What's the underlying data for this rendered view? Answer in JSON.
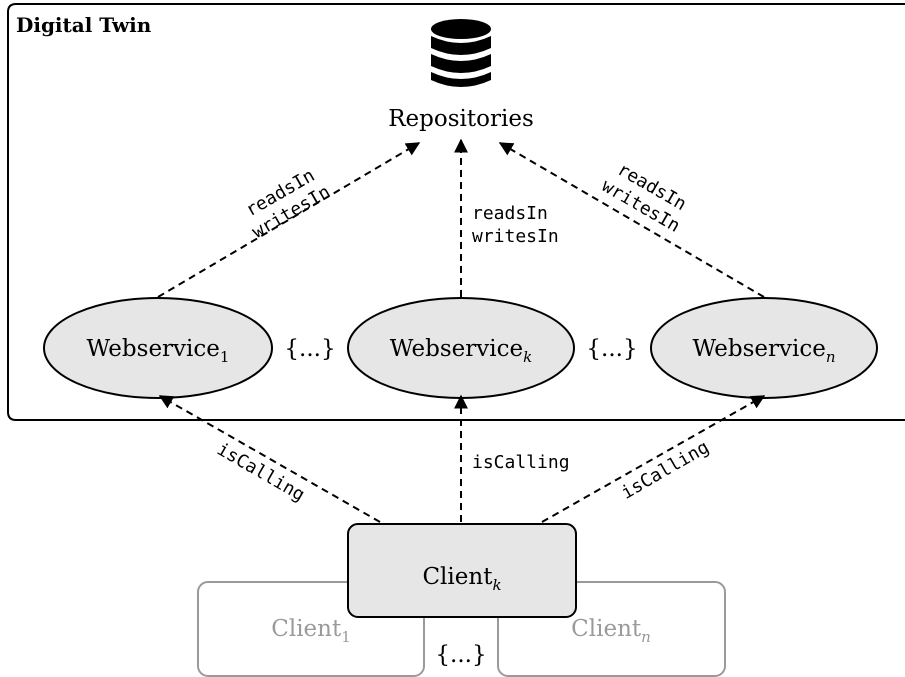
{
  "container": {
    "title": "Digital Twin"
  },
  "repository": {
    "label": "Repositories",
    "icon": "database-icon"
  },
  "webservices": [
    {
      "base": "Webservice",
      "sub": "1",
      "sub_italic": false
    },
    {
      "base": "Webservice",
      "sub": "k",
      "sub_italic": true
    },
    {
      "base": "Webservice",
      "sub": "n",
      "sub_italic": true
    }
  ],
  "ellipsis": "{...}",
  "edges": {
    "readsIn": "readsIn",
    "writesIn": "writesIn",
    "isCalling": "isCalling"
  },
  "clients": {
    "front": {
      "base": "Client",
      "sub": "k",
      "sub_italic": true
    },
    "back_left": {
      "base": "Client",
      "sub": "1",
      "sub_italic": false
    },
    "back_right": {
      "base": "Client",
      "sub": "n",
      "sub_italic": true
    }
  },
  "colors": {
    "node_fill": "#e6e6e6",
    "stroke": "#000000",
    "faded": "#9a9a9a"
  }
}
